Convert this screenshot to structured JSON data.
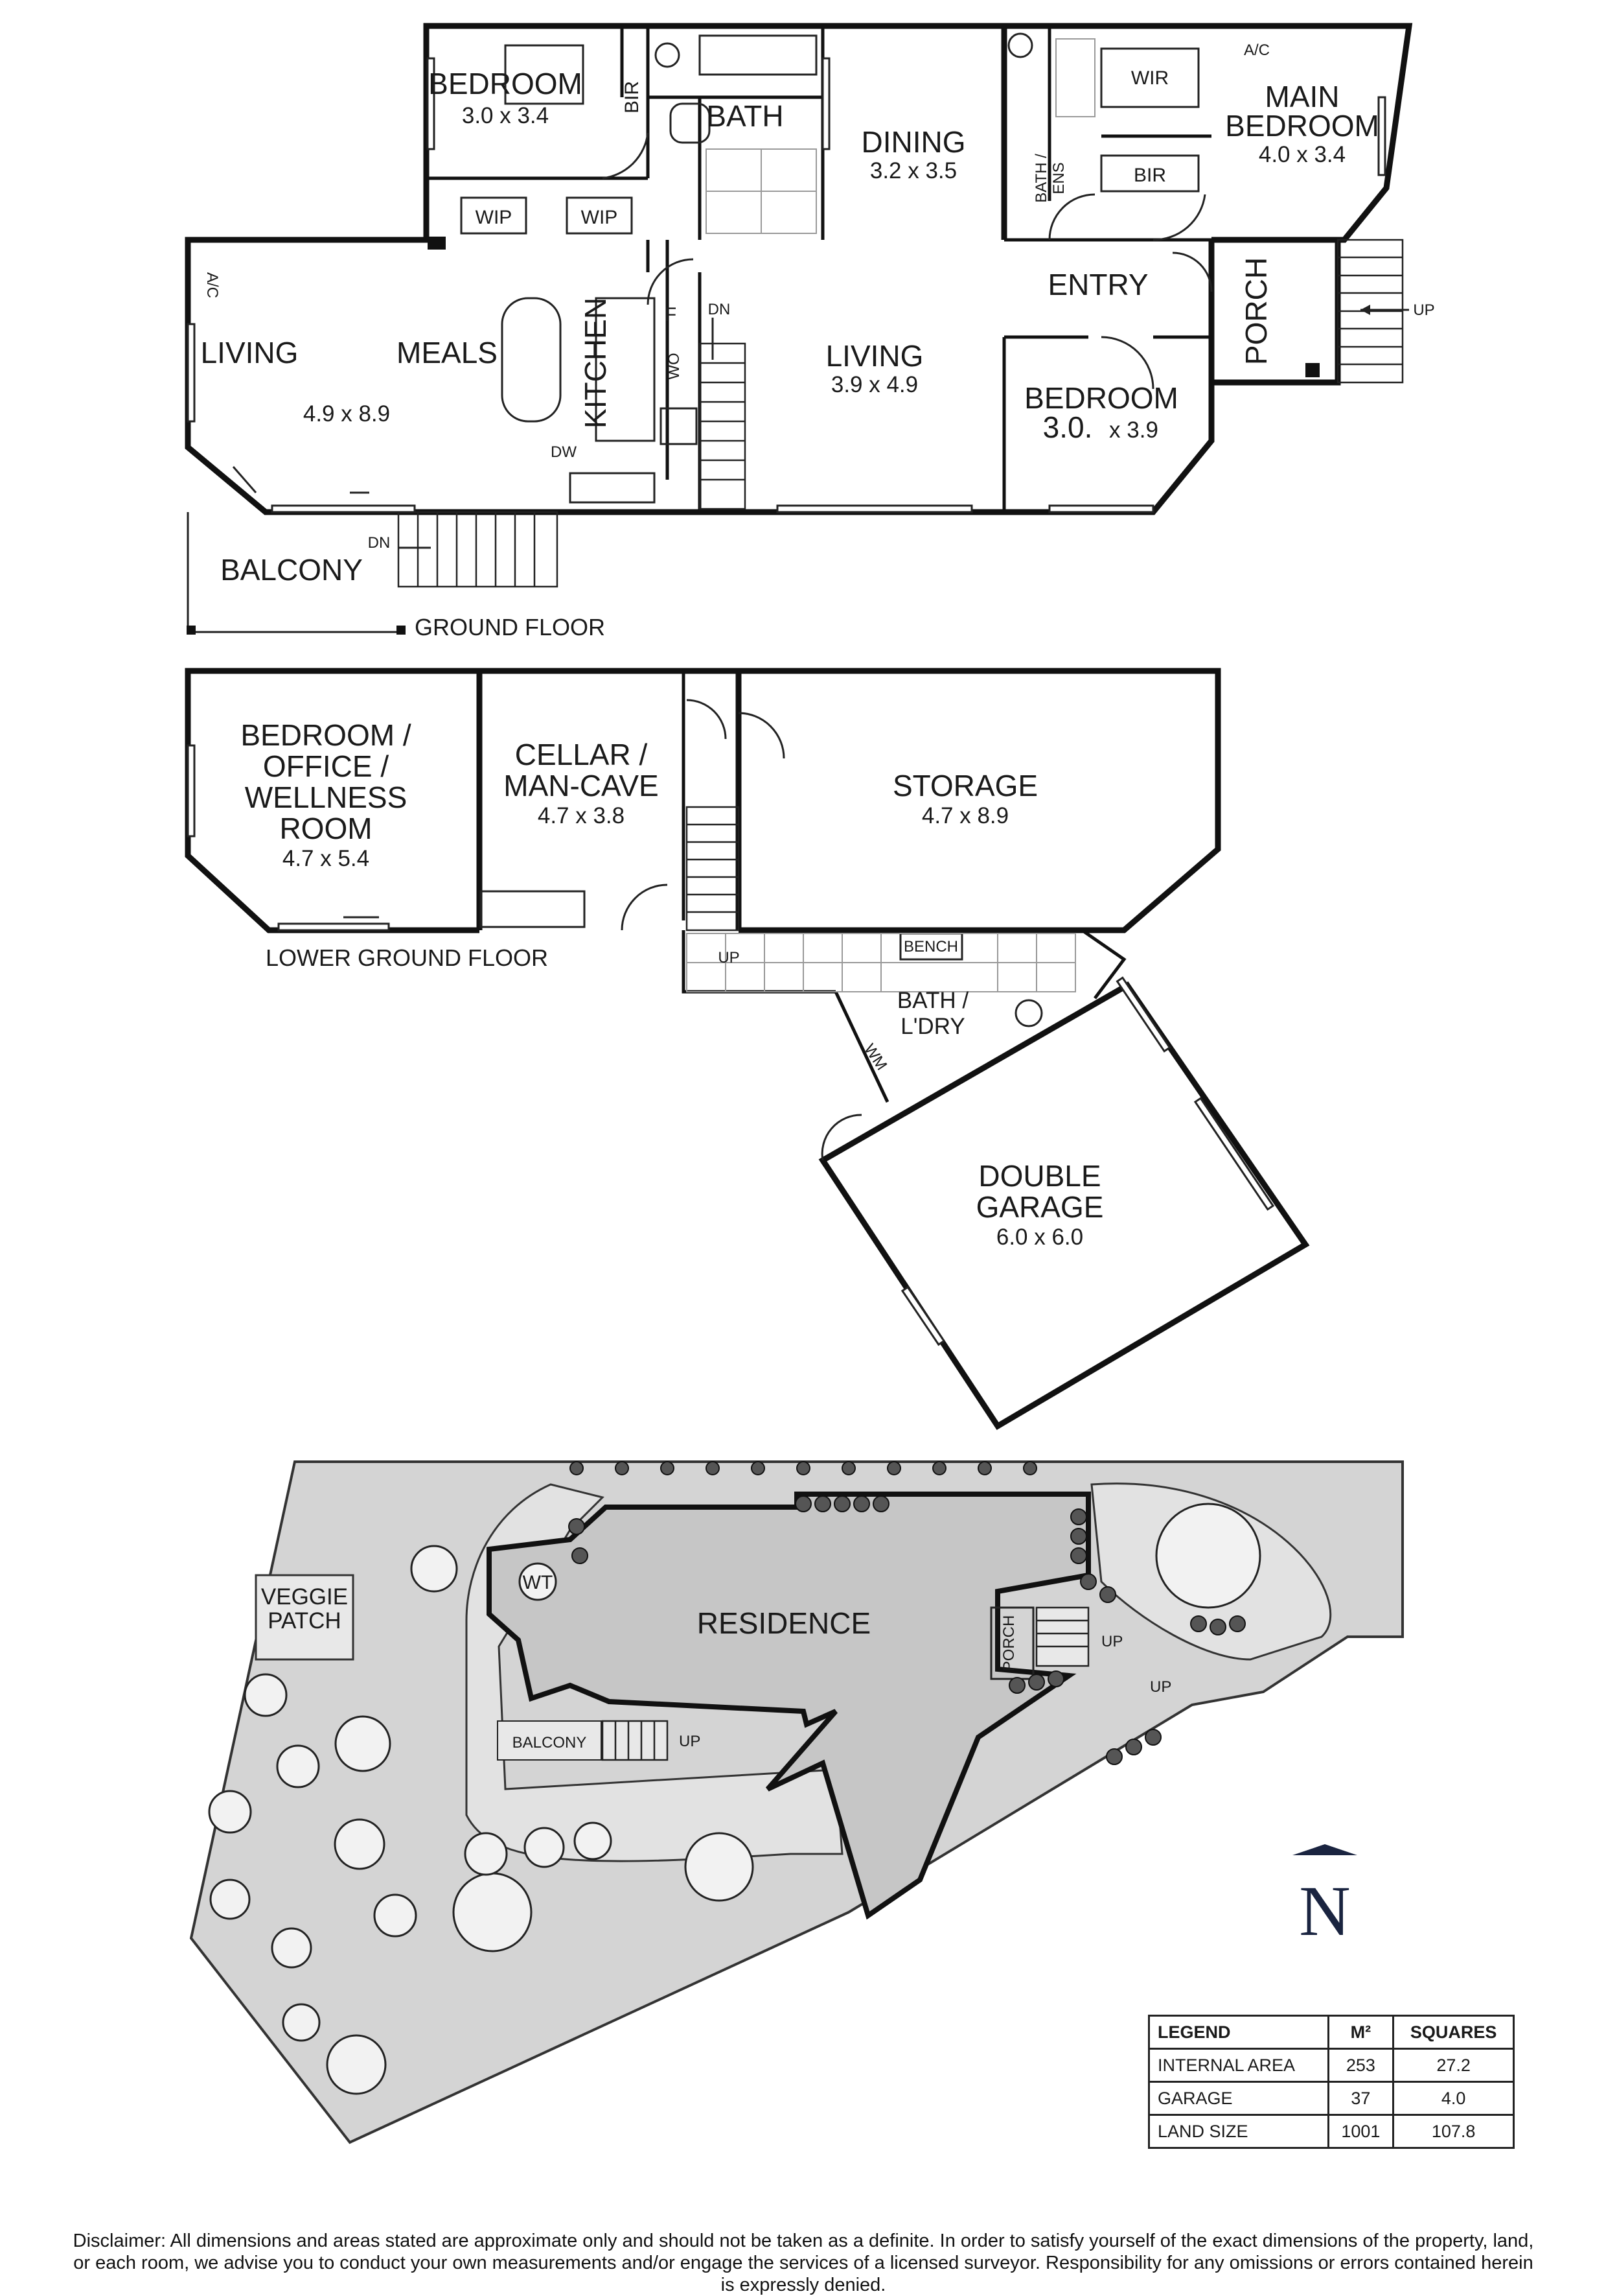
{
  "ground_floor": {
    "label": "GROUND FLOOR",
    "rooms": {
      "bedroom_nw": {
        "name": "BEDROOM",
        "dims": "3.0 x 3.4"
      },
      "bir_nw": "BIR",
      "bath": "BATH",
      "dining": {
        "name": "DINING",
        "dims": "3.2 x 3.5"
      },
      "wir": "WIR",
      "ac_main": "A/C",
      "main_bedroom": {
        "name_line1": "MAIN",
        "name_line2": "BEDROOM",
        "dims": "4.0 x 3.4"
      },
      "bath_ens_line1": "BATH /",
      "bath_ens_line2": "ENS",
      "bir_main": "BIR",
      "wip_left": "WIP",
      "wip_right": "WIP",
      "ac_living": "A/C",
      "living_west": "LIVING",
      "meals": "MEALS",
      "living_meals_dims": "4.9 x 8.9",
      "kitchen": "KITCHEN",
      "fridge": "F",
      "wall_oven": "WO",
      "dn_stair": "DN",
      "living_centre": {
        "name": "LIVING",
        "dims": "3.9 x 4.9"
      },
      "entry": "ENTRY",
      "porch": "PORCH",
      "up_porch": "UP",
      "bedroom_se": {
        "name": "BEDROOM",
        "dims_a": "3.0.",
        "dims_b": "x 3.9"
      },
      "dw": "DW",
      "balcony": "BALCONY",
      "dn_balcony": "DN"
    }
  },
  "lower_ground_floor": {
    "label": "LOWER GROUND FLOOR",
    "rooms": {
      "office": {
        "line1": "BEDROOM /",
        "line2": "OFFICE /",
        "line3": "WELLNESS",
        "line4": "ROOM",
        "dims": "4.7 x 5.4"
      },
      "cellar": {
        "line1": "CELLAR /",
        "line2": "MAN-CAVE",
        "dims": "4.7 x 3.8"
      },
      "storage": {
        "name": "STORAGE",
        "dims": "4.7 x 8.9"
      },
      "up": "UP",
      "bench": "BENCH",
      "bath_ldry": {
        "line1": "BATH /",
        "line2": "L'DRY"
      },
      "wm": "WM",
      "garage": {
        "line1": "DOUBLE",
        "line2": "GARAGE",
        "dims": "6.0 x 6.0"
      }
    }
  },
  "site_plan": {
    "veggie_line1": "VEGGIE",
    "veggie_line2": "PATCH",
    "wt": "WT",
    "residence": "RESIDENCE",
    "porch": "PORCH",
    "up1": "UP",
    "up2": "UP",
    "balcony": "BALCONY",
    "up3": "UP",
    "north": "N"
  },
  "legend": {
    "headers": [
      "LEGEND",
      "M²",
      "SQUARES"
    ],
    "rows": [
      [
        "INTERNAL AREA",
        "253",
        "27.2"
      ],
      [
        "GARAGE",
        "37",
        "4.0"
      ],
      [
        "LAND SIZE",
        "1001",
        "107.8"
      ]
    ]
  },
  "disclaimer": "Disclaimer: All dimensions and areas stated are approximate only and should not be taken as a definite. In order to satisfy yourself of the exact dimensions of the property, land, or each room, we advise you to conduct your own measurements and/or engage the services of a licensed surveyor. Responsibility for any omissions or errors contained herein is expressly denied."
}
